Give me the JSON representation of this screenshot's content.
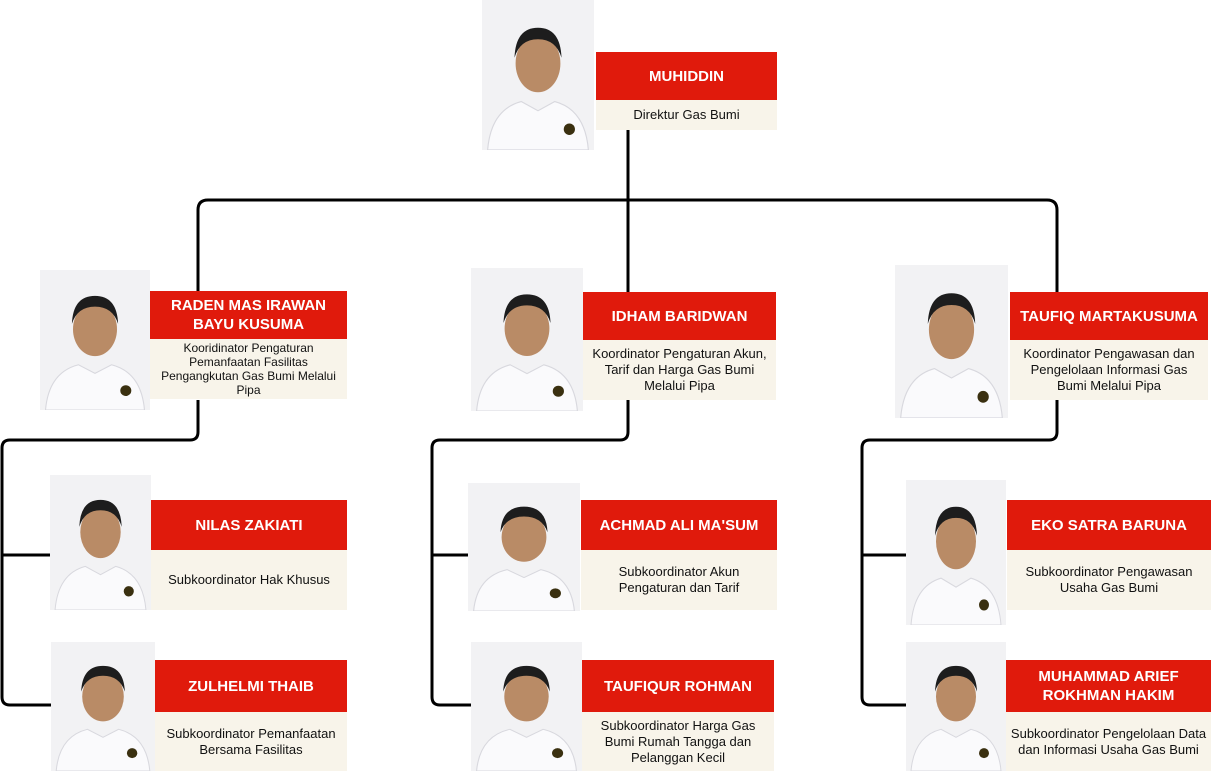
{
  "nodes": [
    {
      "name": "MUHIDDIN",
      "role": "Direktur Gas Bumi"
    },
    {
      "name": "RADEN MAS IRAWAN BAYU KUSUMA",
      "role": "Kooridinator Pengaturan Pemanfaatan Fasilitas Pengangkutan Gas Bumi Melalui Pipa"
    },
    {
      "name": "IDHAM BARIDWAN",
      "role": "Koordinator Pengaturan Akun, Tarif dan Harga Gas Bumi Melalui Pipa"
    },
    {
      "name": "TAUFIQ MARTAKUSUMA",
      "role": "Koordinator Pengawasan dan Pengelolaan Informasi Gas Bumi Melalui Pipa"
    },
    {
      "name": "NILAS ZAKIATI",
      "role": "Subkoordinator Hak Khusus"
    },
    {
      "name": "ACHMAD ALI MA'SUM",
      "role": "Subkoordinator Akun Pengaturan dan Tarif"
    },
    {
      "name": "EKO SATRA BARUNA",
      "role": "Subkoordinator Pengawasan Usaha Gas Bumi"
    },
    {
      "name": "ZULHELMI THAIB",
      "role": "Subkoordinator Pemanfaatan Bersama Fasilitas"
    },
    {
      "name": "TAUFIQUR ROHMAN",
      "role": "Subkoordinator Harga Gas Bumi Rumah Tangga dan Pelanggan Kecil"
    },
    {
      "name": "MUHAMMAD ARIEF ROKHMAN HAKIM",
      "role": "Subkoordinator Pengelolaan Data dan Informasi Usaha Gas Bumi"
    }
  ],
  "colors": {
    "name_bg": "#e01a0c",
    "role_bg": "#f8f4ea",
    "line": "#000000"
  }
}
